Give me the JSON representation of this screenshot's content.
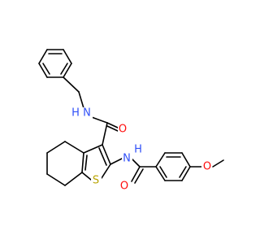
{
  "molecule": {
    "atom_labels": {
      "nh_amide_top": "N",
      "h_amide_top": "H",
      "o_carboxamide": "O",
      "nh_amide_bottom": "N",
      "h_amide_bottom": "H",
      "s_thiophene": "S",
      "o_benzoyl": "O",
      "o_methoxy": "O"
    },
    "colors": {
      "bond": "#000000",
      "nitrogen": "#3050F8",
      "oxygen": "#FF0D0D",
      "sulfur": "#B8A300"
    }
  }
}
